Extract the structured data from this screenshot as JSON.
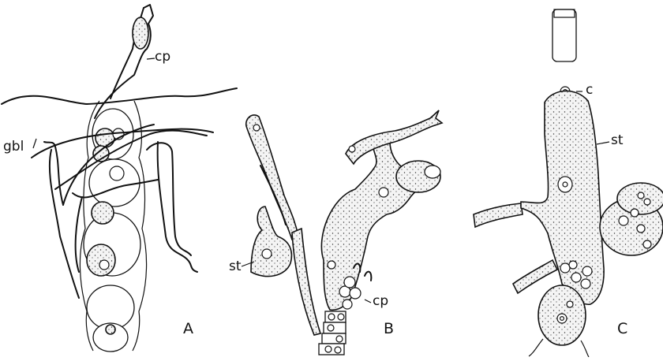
{
  "labels": {
    "A": {
      "panel": "A",
      "cp": "cp",
      "gbl": "gbl"
    },
    "B": {
      "panel": "B",
      "st": "st",
      "cp": "cp"
    },
    "C": {
      "panel": "C",
      "c": "c",
      "st": "st"
    }
  }
}
